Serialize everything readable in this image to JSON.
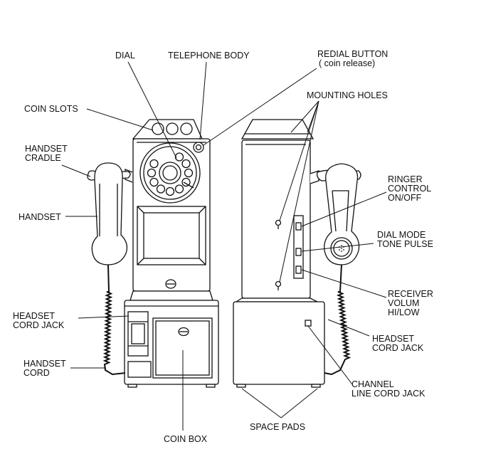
{
  "labels": {
    "dial": "DIAL",
    "telephone_body": "TELEPHONE BODY",
    "redial_button": "REDIAL BUTTON",
    "redial_sub": "( coin release)",
    "mounting_holes": "MOUNTING HOLES",
    "coin_slots": "COIN SLOTS",
    "handset_cradle_1": "HANDSET",
    "handset_cradle_2": "CRADLE",
    "ringer_1": "RINGER",
    "ringer_2": "CONTROL",
    "ringer_3": "ON/OFF",
    "handset": "HANDSET",
    "dial_mode_1": "DIAL MODE",
    "dial_mode_2": "TONE PULSE",
    "headset_jack_left_1": "HEADSET",
    "headset_jack_left_2": "CORD JACK",
    "receiver_1": "RECEIVER",
    "receiver_2": "VOLUM",
    "receiver_3": "HI/LOW",
    "headset_jack_right_1": "HEADSET",
    "headset_jack_right_2": "CORD JACK",
    "handset_cord_1": "HANDSET",
    "handset_cord_2": "CORD",
    "channel_1": "CHANNEL",
    "channel_2": "LINE CORD JACK",
    "space_pads": "SPACE PADS",
    "coin_box": "COIN BOX"
  }
}
